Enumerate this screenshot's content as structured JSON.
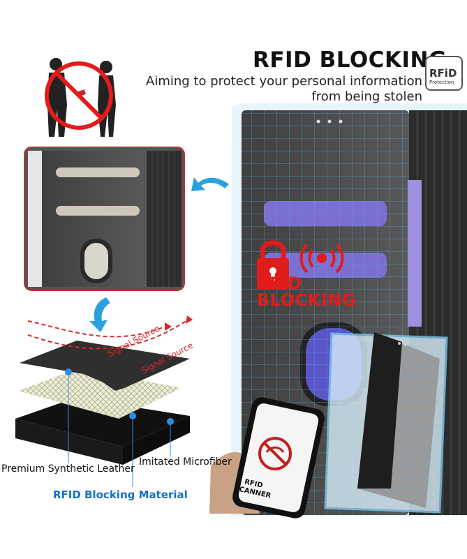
{
  "header": {
    "title": "RFID BLOCKING",
    "subtitle_line1": "Aiming to protect your personal information",
    "subtitle_line2": "from being stolen"
  },
  "badge": {
    "text": "RFiD",
    "caption": "Protection"
  },
  "overlay": {
    "line1": "RFID",
    "line2": "BLOCKING"
  },
  "layers": {
    "signal_label_1": "Signal Source",
    "signal_label_2": "Signal Source",
    "leather_label": "Premium Synthetic Leather",
    "microfiber_label": "Imitated Microfiber",
    "rfid_label": "RFID Blocking Material"
  },
  "phone": {
    "scanner_line1": "RFID",
    "scanner_line2": "SCANNER"
  },
  "colors": {
    "accent_red": "#e21b1b",
    "accent_blue": "#1670c8",
    "wallet_gray": "#4a4a4a",
    "highlight_blue": "#8fd3f4"
  }
}
